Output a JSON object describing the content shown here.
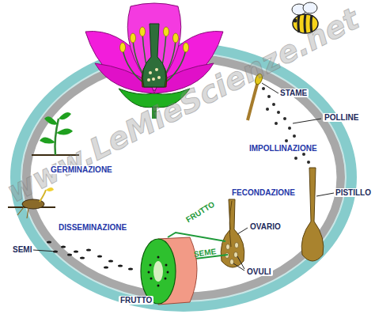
{
  "diagram": {
    "labels": [
      "www.LeMieScienze.net",
      "STAME",
      "POLLINE",
      "IMPOLLINAZIONE",
      "PISTILLO",
      "FECONDAZIONE",
      "OVARIO",
      "OVULI",
      "FRUTTO",
      "SEME",
      "FRUTTO",
      "SEMI",
      "DISSEMINAZIONE",
      "GERMINAZIONE"
    ]
  }
}
